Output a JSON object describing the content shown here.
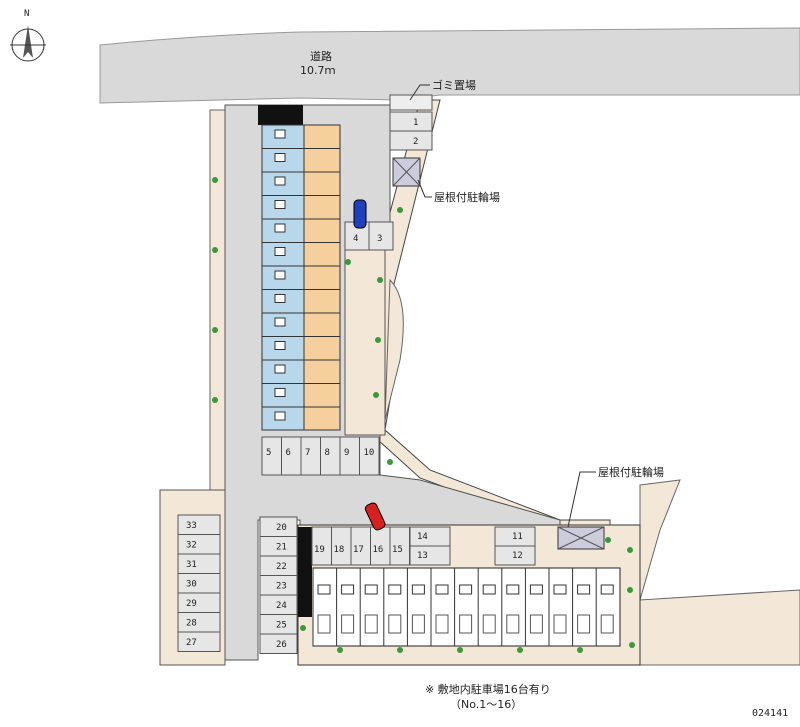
{
  "compass": {
    "label": "N"
  },
  "road": {
    "name": "道路",
    "width": "10.7ｍ"
  },
  "labels": {
    "garbage": "ゴミ置場",
    "bike_top": "屋根付駐輪場",
    "bike_bottom": "屋根付駐輪場"
  },
  "parking": {
    "top": [
      "1",
      "2"
    ],
    "near_bike": [
      "4",
      "3"
    ],
    "row_middle": [
      "5",
      "6",
      "7",
      "8",
      "9",
      "10"
    ],
    "row_lower": [
      "19",
      "18",
      "17",
      "16",
      "15"
    ],
    "stack_14_13": [
      "14",
      "13"
    ],
    "stack_11_12": [
      "11",
      "12"
    ],
    "column_20_26": [
      "20",
      "21",
      "22",
      "23",
      "24",
      "25",
      "26"
    ],
    "column_33_27": [
      "33",
      "32",
      "31",
      "30",
      "29",
      "28",
      "27"
    ]
  },
  "note": {
    "line1": "※ 敷地内駐車場16台有り",
    "line2": "（No.1〜16）"
  },
  "code": "024141",
  "colors": {
    "road": "#d9d9d9",
    "beige": "#f3e7d7",
    "unit_blue": "#b9d7ea",
    "unit_orange": "#f5cf9c",
    "car_blue": "#1f3fbf",
    "car_red": "#d92020"
  }
}
